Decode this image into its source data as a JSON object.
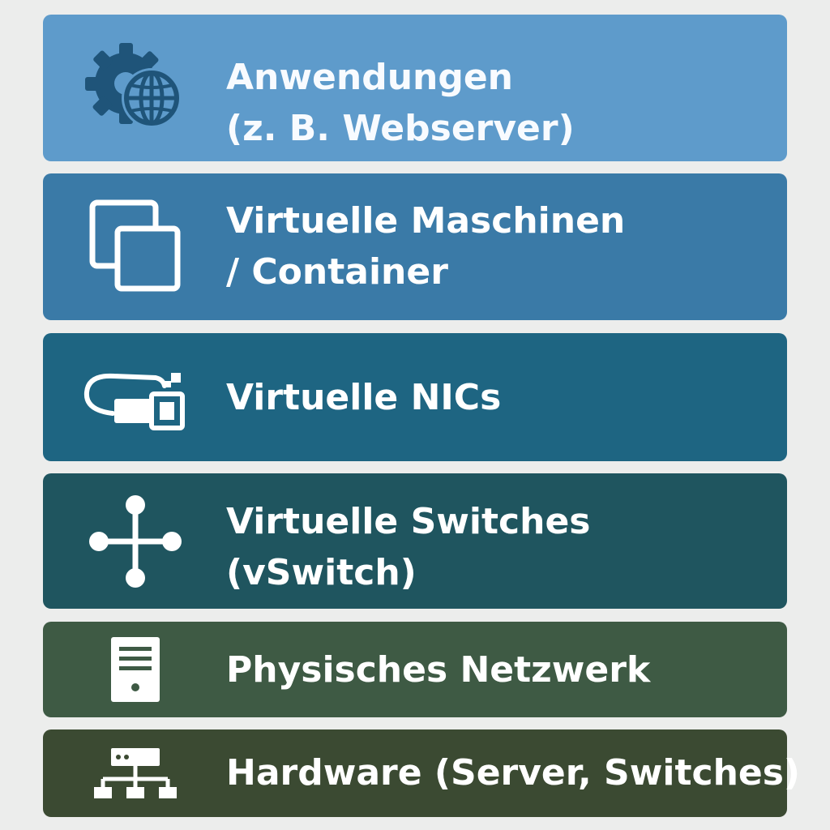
{
  "layers": [
    {
      "id": "applications",
      "lines": [
        "Anwendungen",
        "(z. B. Webserver)"
      ],
      "icon": "gear-globe-icon",
      "color": "#5e9bcb"
    },
    {
      "id": "virtual-machines",
      "lines": [
        "Virtuelle Maschinen",
        "/ Container"
      ],
      "icon": "overlapping-windows-icon",
      "color": "#3a7aa7"
    },
    {
      "id": "virtual-nics",
      "lines": [
        "Virtuelle NICs"
      ],
      "icon": "network-cable-icon",
      "color": "#1e6582"
    },
    {
      "id": "virtual-switches",
      "lines": [
        "Virtuelle Switches",
        "(vSwitch)"
      ],
      "icon": "switch-hub-icon",
      "color": "#1f555f"
    },
    {
      "id": "physical-network",
      "lines": [
        "Physisches Netzwerk"
      ],
      "icon": "server-tower-icon",
      "color": "#3e5a44"
    },
    {
      "id": "hardware",
      "lines": [
        "Hardware (Server, Switches)"
      ],
      "icon": "network-topology-icon",
      "color": "#3b4a32"
    }
  ]
}
